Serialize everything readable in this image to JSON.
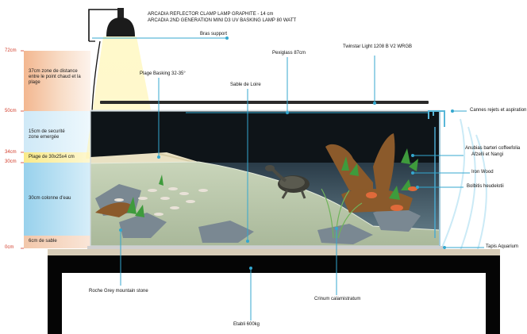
{
  "lamp": {
    "line1": "ARCADIA REFLECTOR CLAMP LAMP GRAPHITE - 14 cm",
    "line2": "ARCADIA 2ND GENERATION MINI D3 UV BASKING LAMP 80 WATT"
  },
  "labels": {
    "bras_support": "Bras support",
    "pexiglass": "Pexiglass 87cm",
    "twinstar": "Twinstar Light 1208 B V2 WRGB",
    "plage_basking": "Plage Basking 32-35°",
    "sable_loire": "Sable de Loire",
    "cannes": "Cannes rejets et aspiration",
    "anubias_1": "Anubias barteri coffeefolia",
    "anubias_2": "Afzelli et Nangi",
    "iron_wood": "Iron Wood",
    "bolbitis": "Bolbitis heudelotii",
    "tapis": "Tapis Aquarium",
    "roche": "Roche Grey mountain stone",
    "crinum": "Crinum calamistratum",
    "etabli": "Etabli 600kg"
  },
  "scale": [
    {
      "value": "72cm"
    },
    {
      "value": "50cm"
    },
    {
      "value": "34cm"
    },
    {
      "value": "30cm"
    },
    {
      "value": "0cm"
    }
  ],
  "zones": [
    {
      "text": "37cm zone de distance entre le point chaud et la plage",
      "color": "#f4c9a8"
    },
    {
      "text": "15cm de securité zone emergée",
      "color": "#e2f2fb"
    },
    {
      "text": "Plage de 30x25x4 cm",
      "color": "#fbf3b4"
    },
    {
      "text": "30cm colonne d'eau",
      "color": "#bfe2f3"
    },
    {
      "text": "6cm de sable",
      "color": "#f7dcc9"
    }
  ],
  "colors": {
    "accent_line": "#34a7cf",
    "scale_red": "#d23c2a",
    "tank_dark": "#0d1218",
    "furniture": "#050505"
  }
}
